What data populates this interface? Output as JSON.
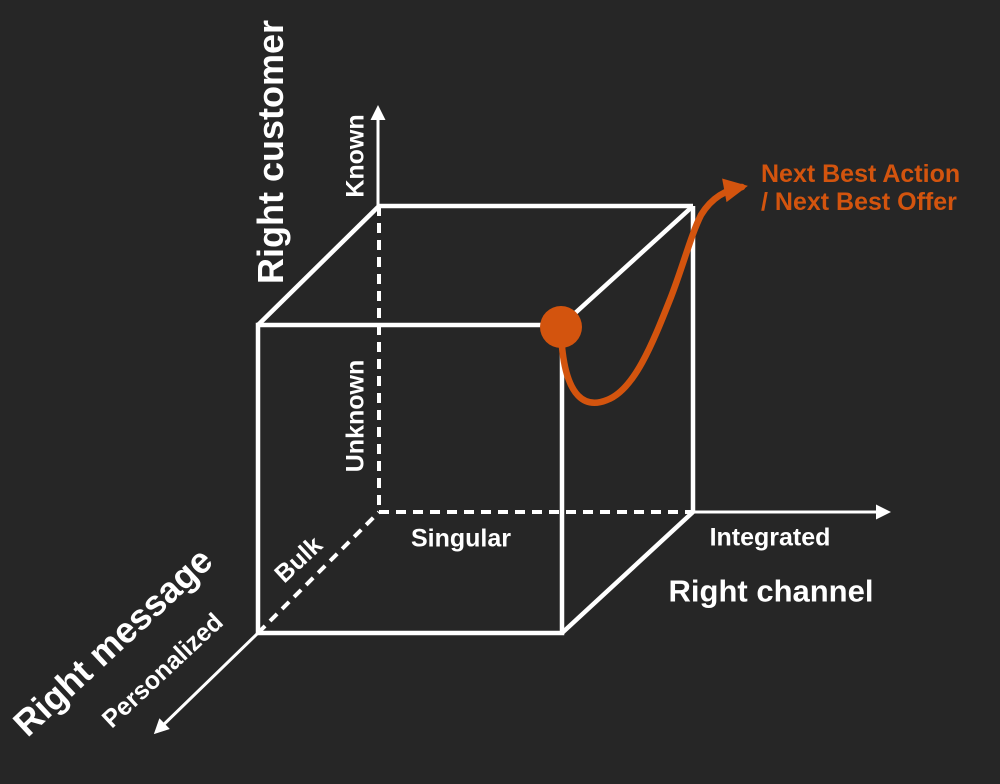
{
  "diagram": {
    "background_color": "#262626",
    "line_color": "#ffffff",
    "accent_color": "#d3540e",
    "axes": {
      "customer": {
        "title": "Right customer",
        "low_label": "Unknown",
        "high_label": "Known"
      },
      "channel": {
        "title": "Right channel",
        "low_label": "Singular",
        "high_label": "Integrated"
      },
      "message": {
        "title": "Right message",
        "low_label": "Bulk",
        "high_label": "Personalized"
      }
    },
    "annotation": {
      "line1": "Next Best Action",
      "line2": "/ Next Best Offer"
    }
  }
}
